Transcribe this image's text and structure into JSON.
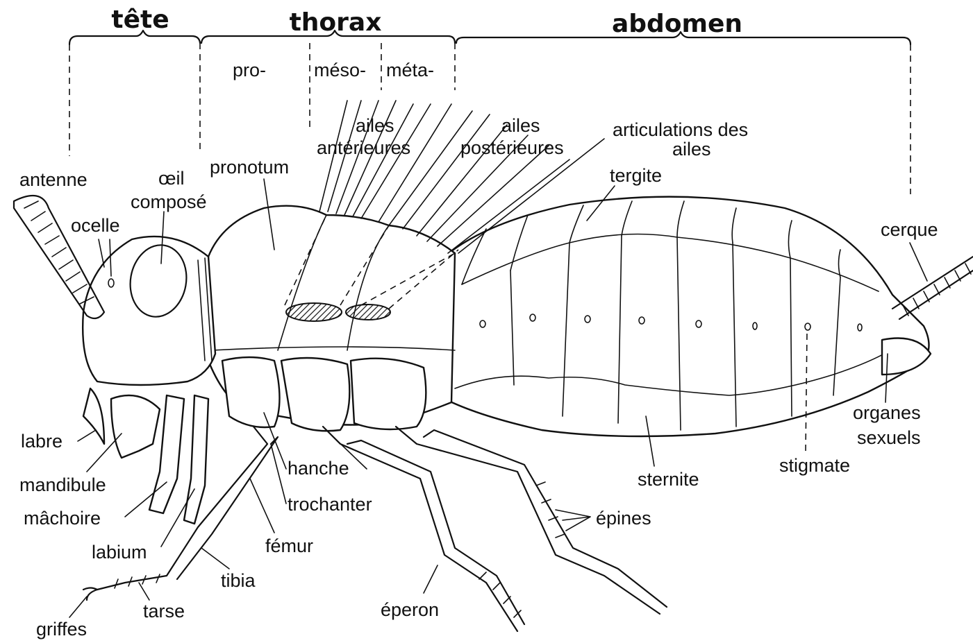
{
  "sections": {
    "head": "tête",
    "thorax": "thorax",
    "abdomen": "abdomen"
  },
  "thorax_segments": {
    "pro": "pro-",
    "meso": "méso-",
    "meta": "méta-"
  },
  "labels": {
    "antenne": "antenne",
    "oeil_line1": "œil",
    "oeil_line2": "composé",
    "ocelle": "ocelle",
    "pronotum": "pronotum",
    "ailes_ant_line1": "ailes",
    "ailes_ant_line2": "antérieures",
    "ailes_post_line1": "ailes",
    "ailes_post_line2": "postérieures",
    "articulations_line1": "articulations des",
    "articulations_line2": "ailes",
    "tergite": "tergite",
    "cerque": "cerque",
    "labre": "labre",
    "mandibule": "mandibule",
    "machoire": "mâchoire",
    "labium": "labium",
    "griffes": "griffes",
    "tarse": "tarse",
    "tibia": "tibia",
    "femur": "fémur",
    "hanche": "hanche",
    "trochanter": "trochanter",
    "eperon": "éperon",
    "epines": "épines",
    "sternite": "sternite",
    "stigmate": "stigmate",
    "organes_line1": "organes",
    "organes_line2": "sexuels"
  }
}
